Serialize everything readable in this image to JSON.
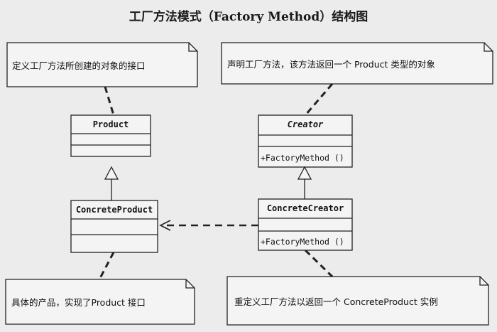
{
  "title": "工厂方法模式（Factory Method）结构图",
  "notes": {
    "product_note": "定义工厂方法所创建的对象的接口",
    "creator_note": "声明工厂方法，该方法返回一个 Product 类型的对象",
    "concrete_product_note": "具体的产品，实现了Product 接口",
    "concrete_creator_note": "重定义工厂方法以返回一个 ConcreteProduct 实例"
  },
  "classes": {
    "product": {
      "name": "Product"
    },
    "concrete_product": {
      "name": "ConcreteProduct"
    },
    "creator": {
      "name": "Creator",
      "operation": "+FactoryMethod ()"
    },
    "concrete_creator": {
      "name": "ConcreteCreator",
      "operation": "+FactoryMethod ()"
    }
  },
  "colors": {
    "line": "#222222",
    "box_fill": "#f4f4f4",
    "background": "#edeced"
  }
}
